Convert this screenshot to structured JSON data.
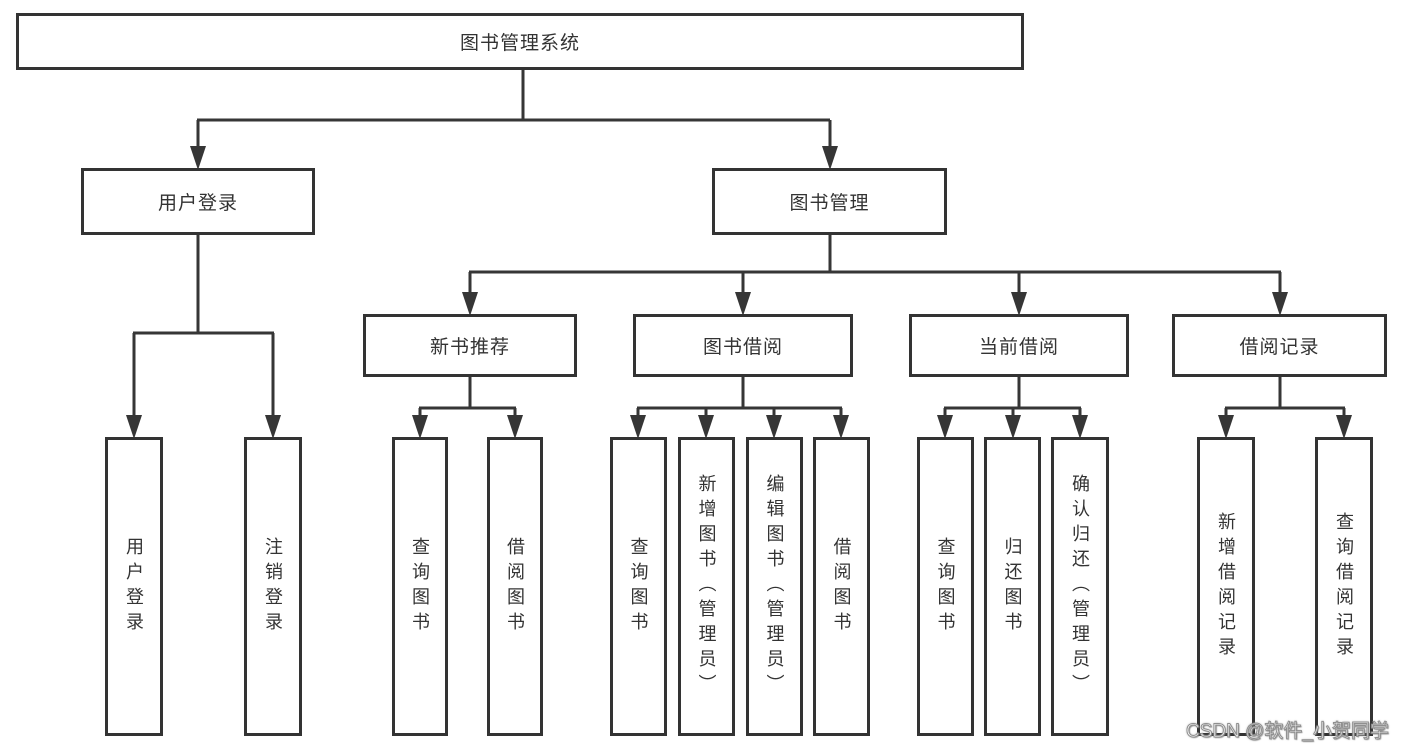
{
  "diagram": {
    "type": "hierarchy-tree",
    "tree": {
      "root": {
        "label": "图书管理系统",
        "children": [
          {
            "label": "用户登录",
            "children": [
              {
                "label": "用户登录"
              },
              {
                "label": "注销登录"
              }
            ]
          },
          {
            "label": "图书管理",
            "children": [
              {
                "label": "新书推荐",
                "children": [
                  {
                    "label": "查询图书"
                  },
                  {
                    "label": "借阅图书"
                  }
                ]
              },
              {
                "label": "图书借阅",
                "children": [
                  {
                    "label": "查询图书"
                  },
                  {
                    "label": "新增图书（管理员）"
                  },
                  {
                    "label": "编辑图书（管理员）"
                  },
                  {
                    "label": "借阅图书"
                  }
                ]
              },
              {
                "label": "当前借阅",
                "children": [
                  {
                    "label": "查询图书"
                  },
                  {
                    "label": "归还图书"
                  },
                  {
                    "label": "确认归还（管理员）"
                  }
                ]
              },
              {
                "label": "借阅记录",
                "children": [
                  {
                    "label": "新增借阅记录"
                  },
                  {
                    "label": "查询借阅记录"
                  }
                ]
              }
            ]
          }
        ]
      }
    },
    "colors": {
      "line": "#363636",
      "box_border": "#333333",
      "text": "#333333",
      "background": "#ffffff"
    }
  },
  "watermark": {
    "text": "CSDN @软件_小贺同学"
  }
}
